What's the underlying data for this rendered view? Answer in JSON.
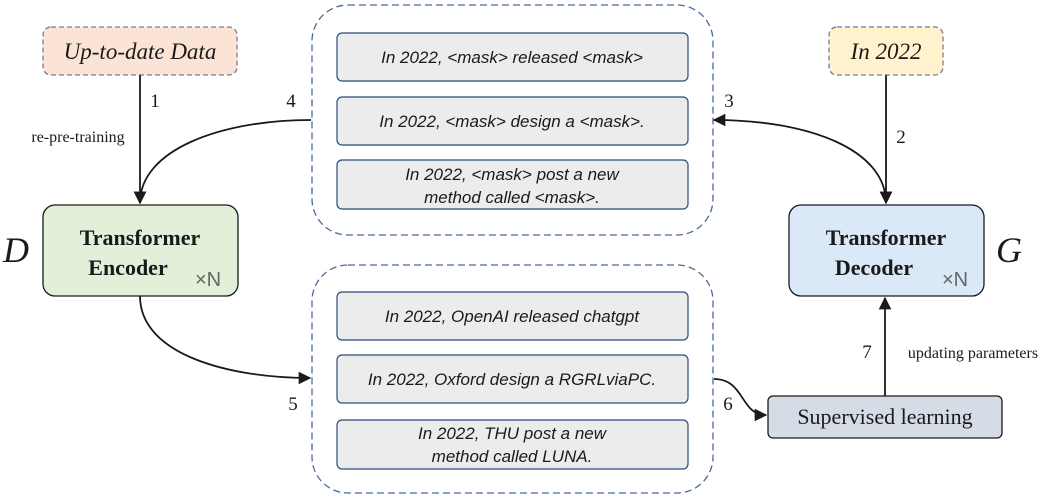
{
  "inputs": {
    "up_to_date": "Up-to-date Data",
    "in_2022": "In 2022"
  },
  "encoder": {
    "line1": "Transformer",
    "line2": "Encoder",
    "repeat": "×N",
    "symbol": "D"
  },
  "decoder": {
    "line1": "Transformer",
    "line2": "Decoder",
    "repeat": "×N",
    "symbol": "G"
  },
  "masked_sentences": [
    [
      "In 2022, <mask> released <mask>"
    ],
    [
      "In 2022, <mask> design a <mask>."
    ],
    [
      "In 2022, <mask> post a new",
      "method called <mask>."
    ]
  ],
  "filled_sentences": [
    [
      "In 2022, OpenAI released chatgpt"
    ],
    [
      "In 2022, Oxford design a RGRLviaPC."
    ],
    [
      "In 2022, THU post a new",
      "method called LUNA."
    ]
  ],
  "supervised": "Supervised learning",
  "edge_labels": {
    "step1": "1",
    "step2": "2",
    "step3": "3",
    "step4": "4",
    "step5": "5",
    "step6": "6",
    "step7": "7",
    "re_pre_training": "re-pre-training",
    "updating_parameters": "updating parameters"
  },
  "colors": {
    "up_to_date_fill": "#fbe3d6",
    "in_2022_fill": "#fff2cc",
    "encoder_fill": "#e2f0d9",
    "decoder_fill": "#dae8f7",
    "sentence_fill": "#ececec",
    "sentence_border": "#2e4a7a",
    "group_border": "#4a6a9a",
    "supervised_fill": "#d6dce5",
    "stroke": "#1a1a1a"
  }
}
